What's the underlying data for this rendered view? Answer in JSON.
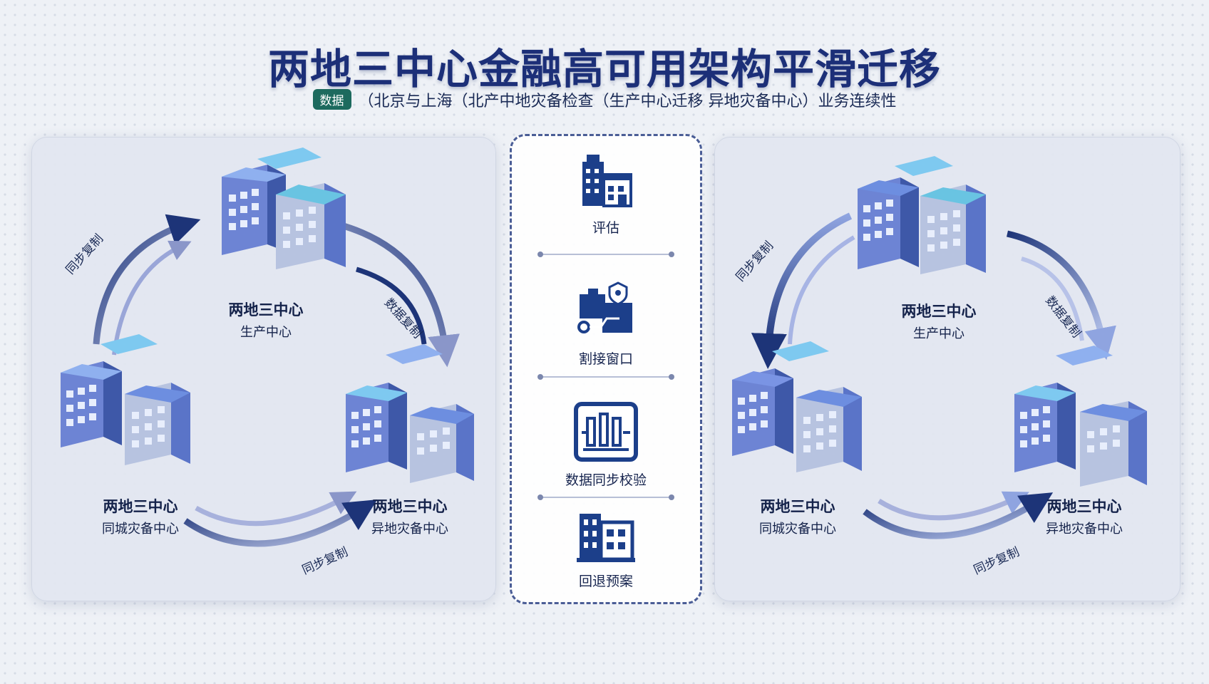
{
  "title": "两地三中心金融高可用架构平滑迁移",
  "subtitle": {
    "badge": "数据",
    "text": "（北京与上海（北产中地灾备检查（生产中心迁移 异地灾备中心）业务连续性"
  },
  "left_panel": {
    "top_label_1": "两地三中心",
    "top_label_2": "生产中心",
    "bl_label_1": "两地三中心",
    "bl_label_2": "同城灾备中心",
    "br_label_1": "两地三中心",
    "br_label_2": "异地灾备中心",
    "arrow_left": "同步复制",
    "arrow_right": "数据复制",
    "arrow_bottom": "同步复制"
  },
  "right_panel": {
    "top_label_1": "两地三中心",
    "top_label_2": "生产中心",
    "bl_label_1": "两地三中心",
    "bl_label_2": "同城灾备中心",
    "br_label_1": "两地三中心",
    "br_label_2": "异地灾备中心",
    "arrow_left": "同步复制",
    "arrow_right": "数据复制",
    "arrow_bottom": "同步复制"
  },
  "steps": [
    {
      "label": "评估",
      "icon": "building-icon"
    },
    {
      "label": "割接窗口",
      "icon": "cutover-icon"
    },
    {
      "label": "数据同步校验",
      "icon": "sync-check-icon"
    },
    {
      "label": "回退预案",
      "icon": "rollback-icon"
    }
  ],
  "colors": {
    "accent": "#1c2f78",
    "badge": "#1d6a5e",
    "building": "#5a74c8"
  }
}
